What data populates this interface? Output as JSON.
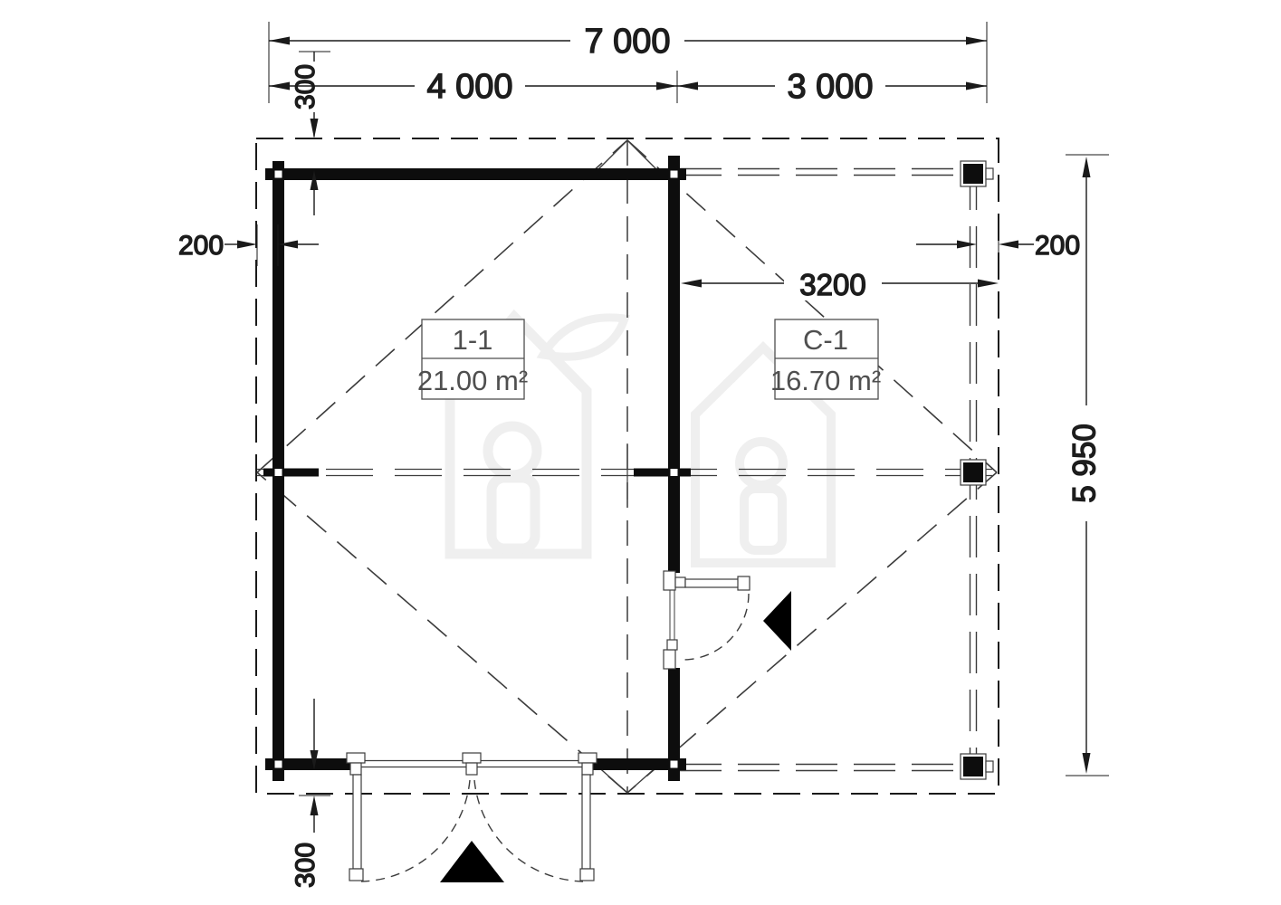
{
  "drawing_type": "floor-plan",
  "colors": {
    "line": "#1a1a1a",
    "wall": "#0d0d0d",
    "thin": "#3c3c3c",
    "room_label": "#4f4f4f",
    "watermark": "#efefef",
    "background": "#ffffff"
  },
  "dims": {
    "total_width": "7 000",
    "cabin_width": "4 000",
    "terrace_width": "3 000",
    "overhang_top": "300",
    "offset_left": "200",
    "offset_right": "200",
    "terrace_clear_width": "3200",
    "total_depth": "5 950",
    "overhang_bottom": "300"
  },
  "rooms": [
    {
      "id": "1-1",
      "area": "21.00 m²"
    },
    {
      "id": "C-1",
      "area": "16.70 m²"
    }
  ]
}
